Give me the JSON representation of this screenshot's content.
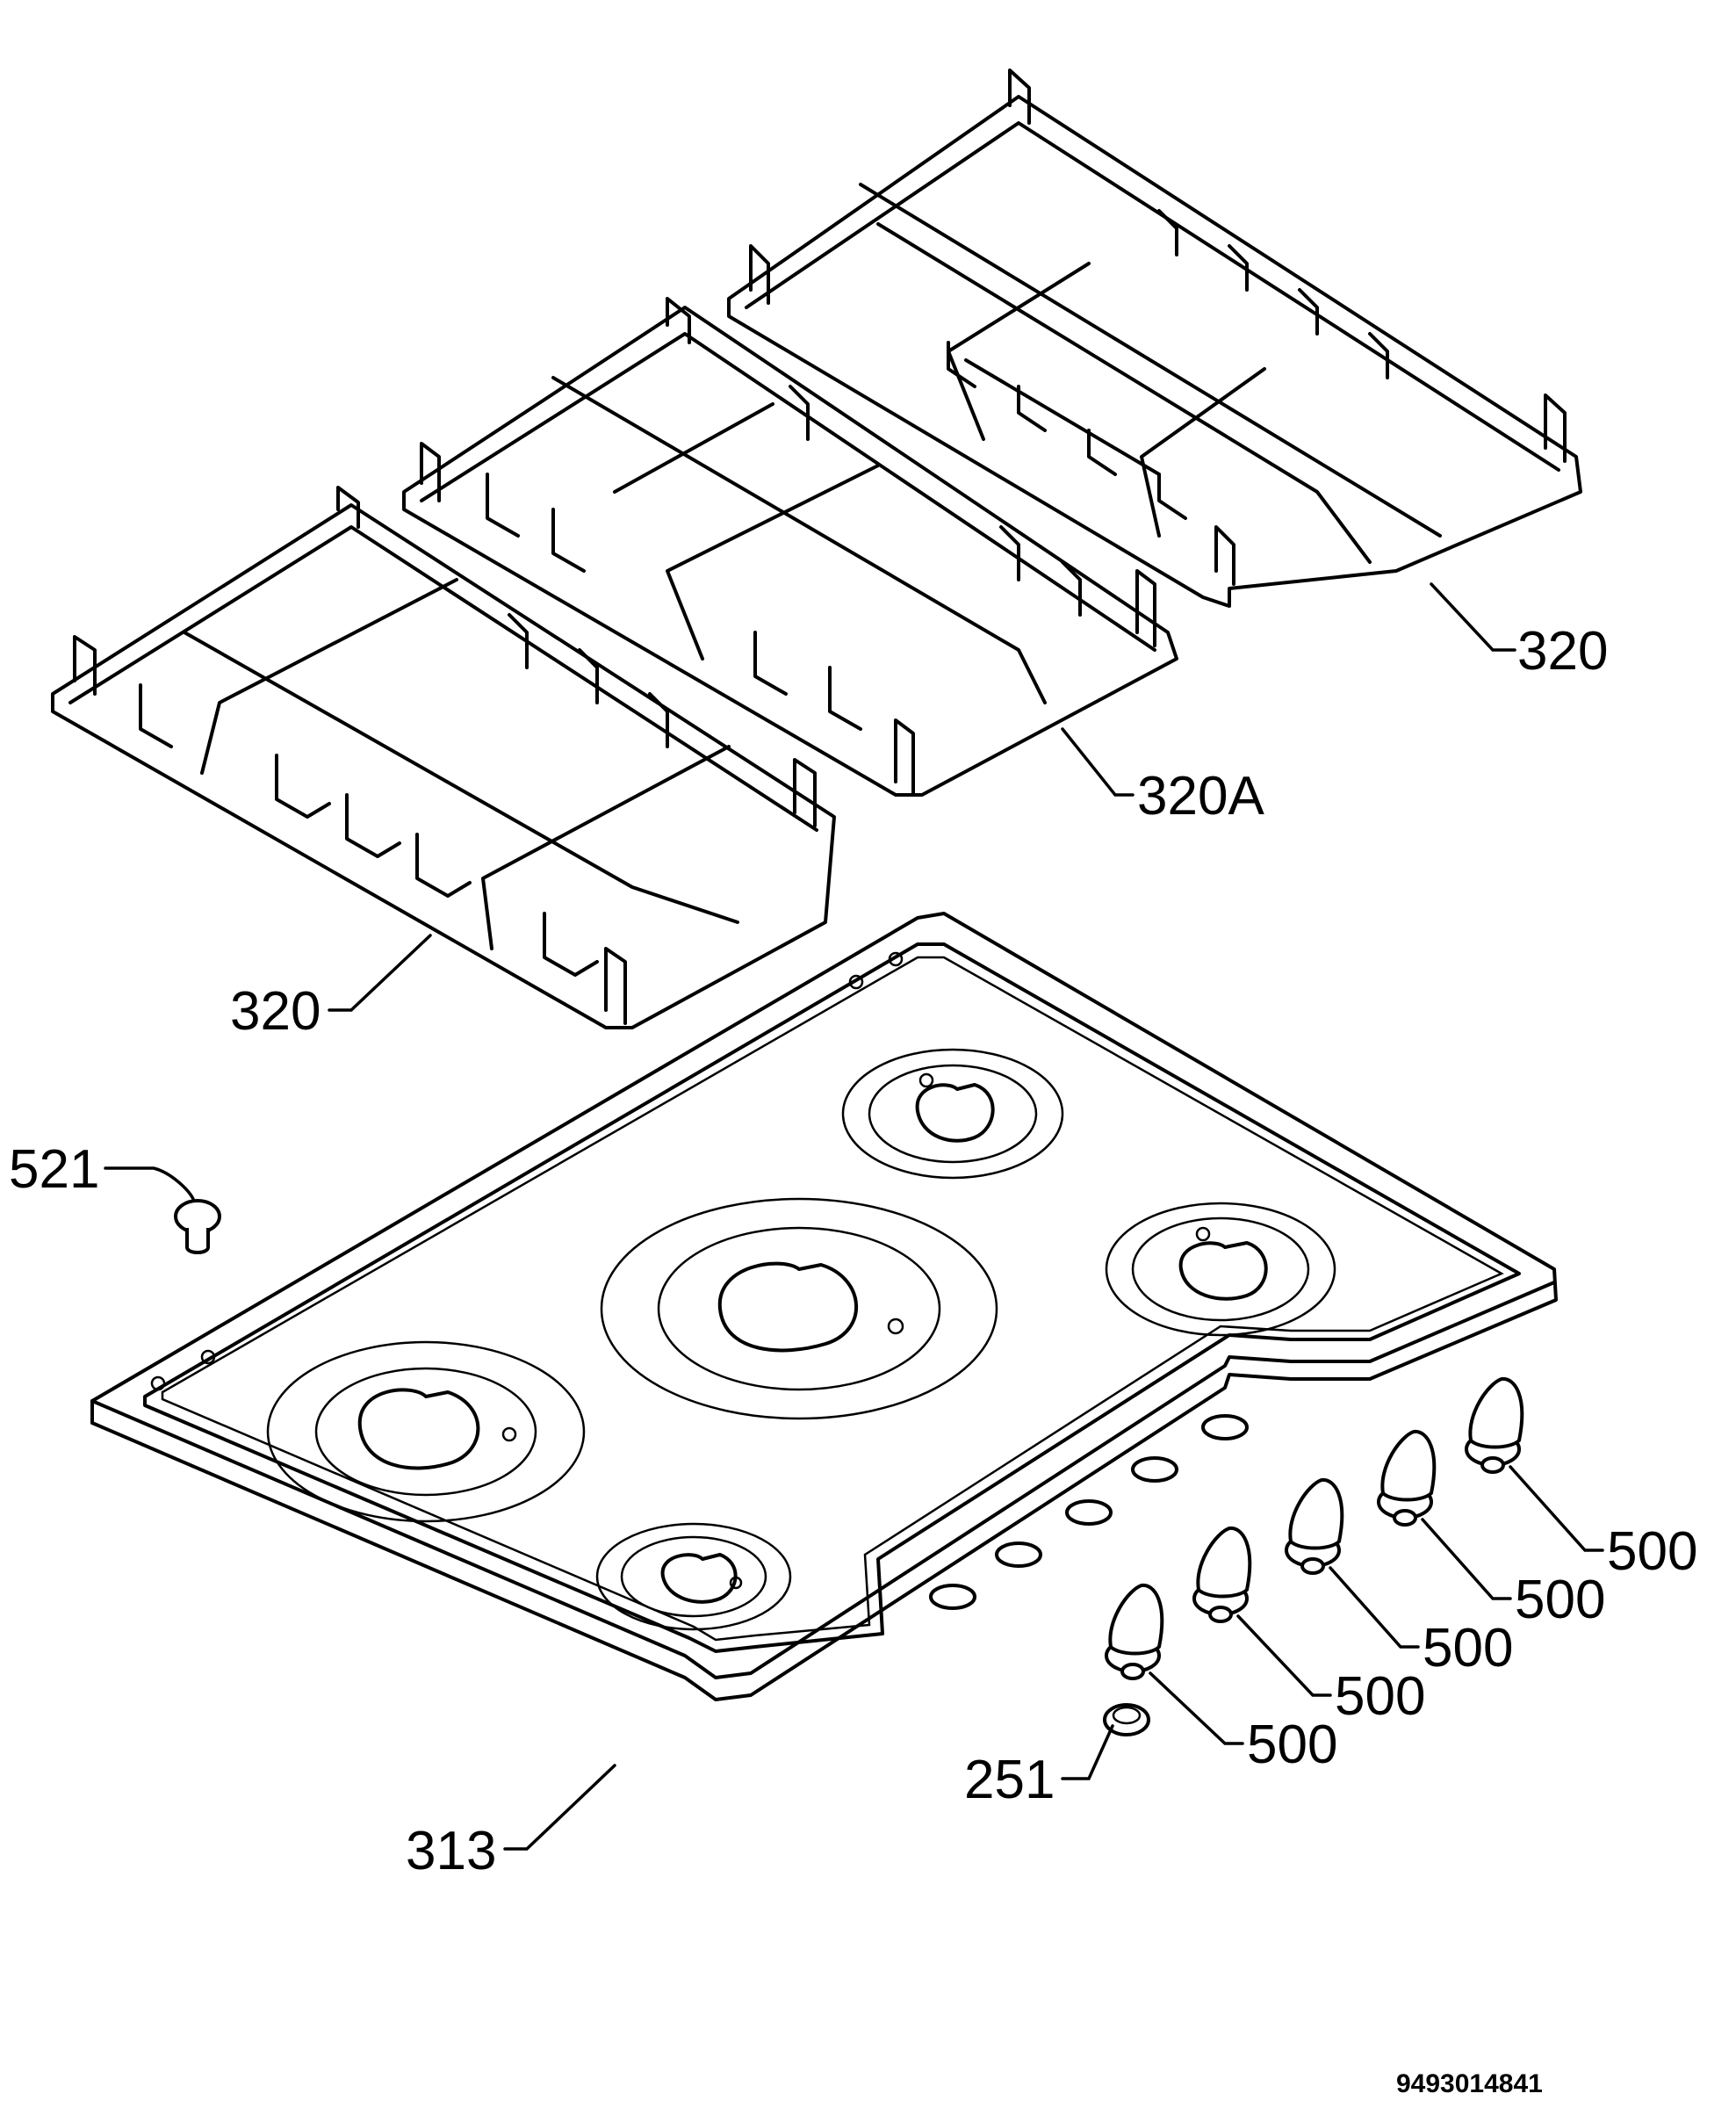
{
  "callouts": {
    "grate_right": "320",
    "grate_middle": "320A",
    "grate_left": "320",
    "plug": "521",
    "hob_top": "313",
    "knob_1": "500",
    "knob_2": "500",
    "knob_3": "500",
    "knob_4": "500",
    "knob_5": "500",
    "ring": "251"
  },
  "document_number": "9493014841"
}
